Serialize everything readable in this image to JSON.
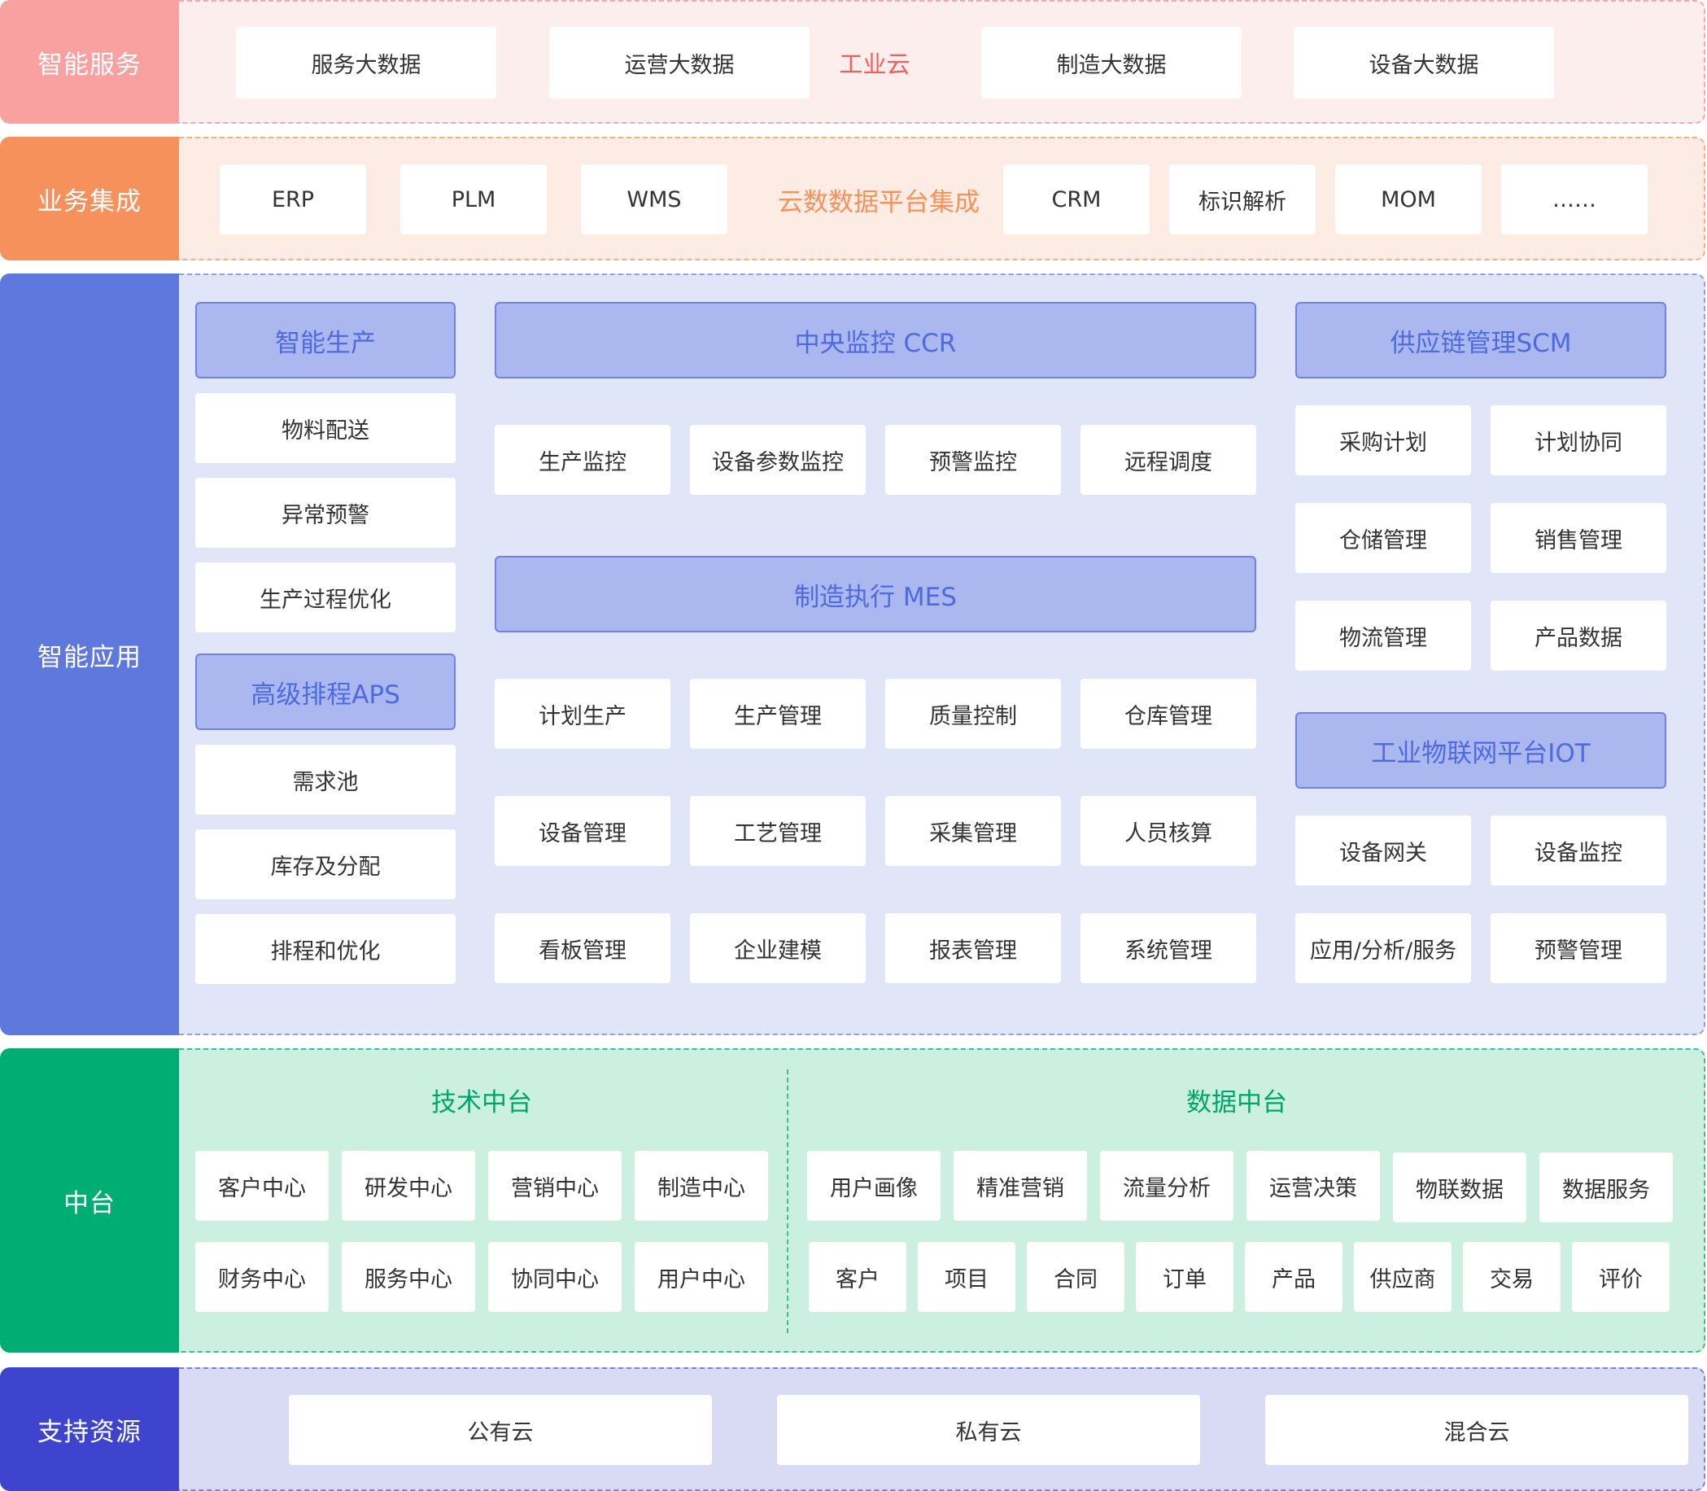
{
  "bands": {
    "service": {
      "label": "智能服务",
      "center": "工业云",
      "items": [
        "服务大数据",
        "运营大数据",
        "制造大数据",
        "设备大数据"
      ]
    },
    "biz": {
      "label": "业务集成",
      "center": "云数数据平台集成",
      "items": [
        "ERP",
        "PLM",
        "WMS",
        "CRM",
        "标识解析",
        "MOM",
        "……"
      ]
    },
    "app": {
      "label": "智能应用",
      "left": {
        "head1": "智能生产",
        "items1": [
          "物料配送",
          "异常预警",
          "生产过程优化"
        ],
        "head2": "高级排程APS",
        "items2": [
          "需求池",
          "库存及分配",
          "排程和优化"
        ]
      },
      "center": {
        "head1": "中央监控 CCR",
        "items1": [
          "生产监控",
          "设备参数监控",
          "预警监控",
          "远程调度"
        ],
        "head2": "制造执行 MES",
        "items2": [
          "计划生产",
          "生产管理",
          "质量控制",
          "仓库管理",
          "设备管理",
          "工艺管理",
          "采集管理",
          "人员核算",
          "看板管理",
          "企业建模",
          "报表管理",
          "系统管理"
        ]
      },
      "right": {
        "head1": "供应链管理SCM",
        "items1": [
          "采购计划",
          "计划协同",
          "仓储管理",
          "销售管理",
          "物流管理",
          "产品数据"
        ],
        "head2": "工业物联网平台IOT",
        "items2": [
          "设备网关",
          "设备监控",
          "应用/分析/服务",
          "预警管理"
        ]
      }
    },
    "mid": {
      "label": "中台",
      "tech": {
        "title": "技术中台",
        "items": [
          "客户中心",
          "研发中心",
          "营销中心",
          "制造中心",
          "财务中心",
          "服务中心",
          "协同中心",
          "用户中心"
        ]
      },
      "data": {
        "title": "数据中台",
        "row1": [
          "用户画像",
          "精准营销",
          "流量分析",
          "运营决策",
          "物联数据",
          "数据服务"
        ],
        "row2": [
          "客户",
          "项目",
          "合同",
          "订单",
          "产品",
          "供应商",
          "交易",
          "评价"
        ]
      }
    },
    "res": {
      "label": "支持资源",
      "items": [
        "公有云",
        "私有云",
        "混合云"
      ]
    }
  },
  "colors": {
    "service_accent": "#f35f5f",
    "biz_accent": "#f6915c",
    "app_accent": "#5f78de",
    "mid_accent": "#00ad72",
    "res_accent": "#3e44ce"
  }
}
